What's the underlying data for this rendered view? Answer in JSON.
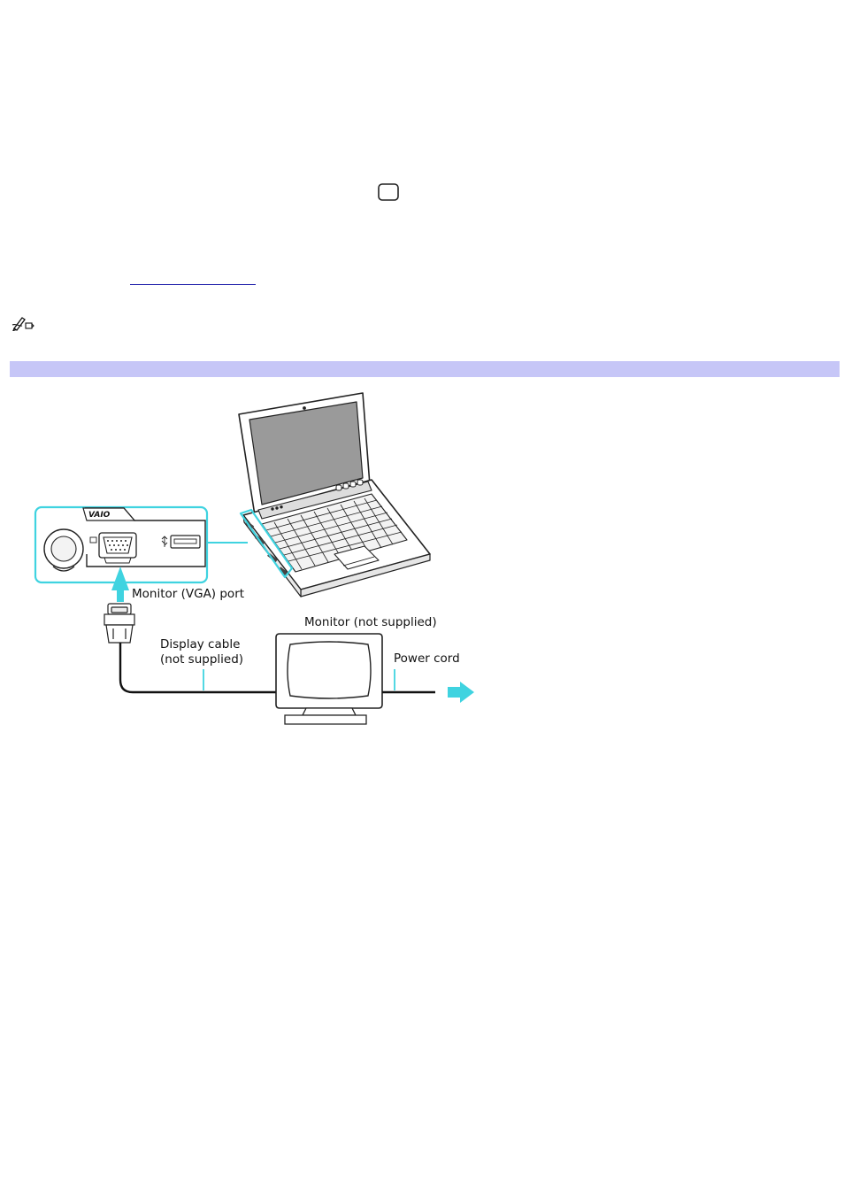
{
  "figure": {
    "brand_text": "VAIO",
    "labels": {
      "monitor_port": "Monitor (VGA) port",
      "monitor": "Monitor (not supplied)",
      "display_cable_line1": "Display cable",
      "display_cable_line2": "(not supplied)",
      "power_cord": "Power cord"
    }
  },
  "icons": {
    "inline_monitor": "monitor-icon",
    "note": "note-pen-icon",
    "usb": "usb-icon"
  },
  "colors": {
    "section_bar": "#c6c6f7",
    "highlight_cyan": "#3fd3e0",
    "link": "#1a1aa8"
  }
}
